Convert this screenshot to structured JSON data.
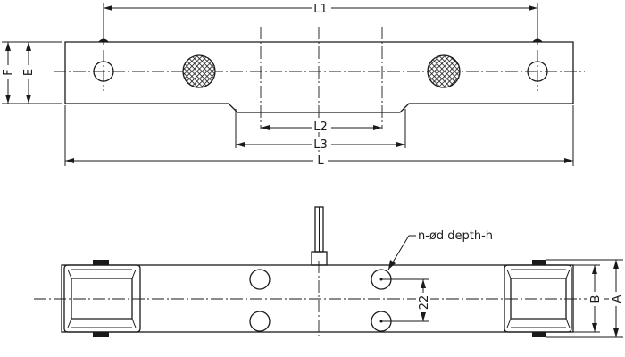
{
  "dimensions": {
    "L1": "L1",
    "L2": "L2",
    "L3": "L3",
    "L": "L",
    "F": "F",
    "E": "E",
    "A": "A",
    "B": "B",
    "hole_spacing": "22"
  },
  "callouts": {
    "hole_spec": "n-ød depth-h"
  },
  "colors": {
    "line": "#1a1a1a",
    "mesh_fill": "#ffffff",
    "mesh_pattern": "#1a1a1a",
    "background": "#ffffff"
  }
}
